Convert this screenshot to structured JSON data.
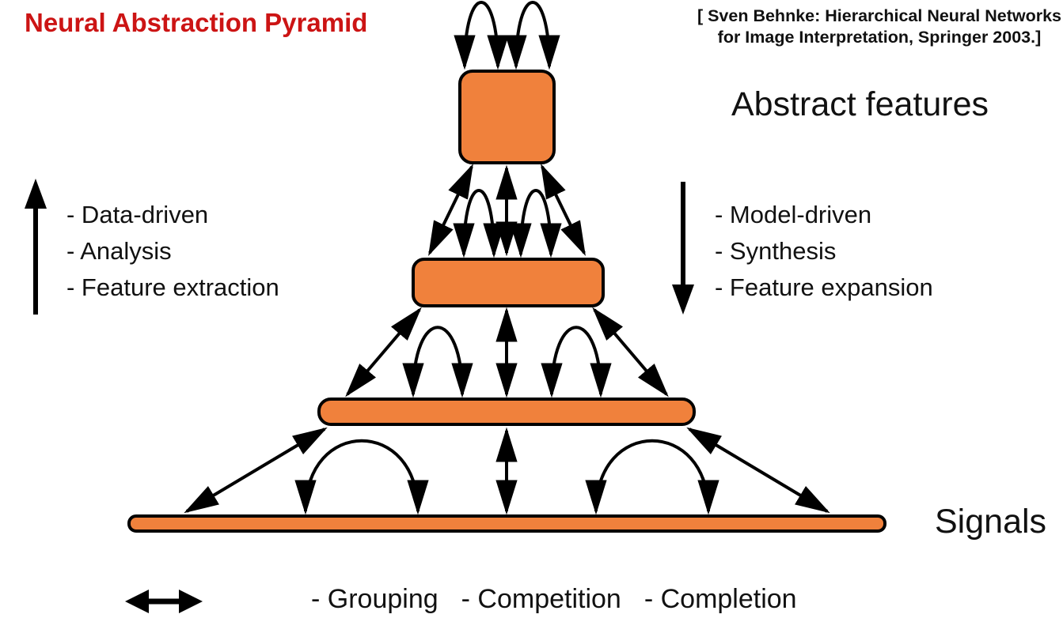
{
  "title": "Neural Abstraction Pyramid",
  "citation": {
    "line1": "[ Sven Behnke: Hierarchical Neural Networks",
    "line2": "for Image Interpretation, Springer 2003.]"
  },
  "labels": {
    "abstract_features": "Abstract features",
    "signals": "Signals"
  },
  "left_process": {
    "arrow_direction": "up",
    "items": [
      "- Data-driven",
      "- Analysis",
      "- Feature extraction"
    ]
  },
  "right_process": {
    "arrow_direction": "down",
    "items": [
      "- Model-driven",
      "- Synthesis",
      "- Feature expansion"
    ]
  },
  "bottom_legend": {
    "arrow_direction": "horizontal",
    "items": [
      "- Grouping",
      "- Competition",
      "- Completion"
    ]
  },
  "pyramid": {
    "level_count": 4,
    "connection_types": [
      "lateral-loop-arcs",
      "diagonal-bidirectional",
      "vertical-bidirectional"
    ]
  },
  "colors": {
    "title_red": "#cc1414",
    "level_fill": "#f0813c",
    "level_stroke": "#000000",
    "arrow_black": "#000000",
    "background": "#ffffff",
    "text": "#111111"
  }
}
